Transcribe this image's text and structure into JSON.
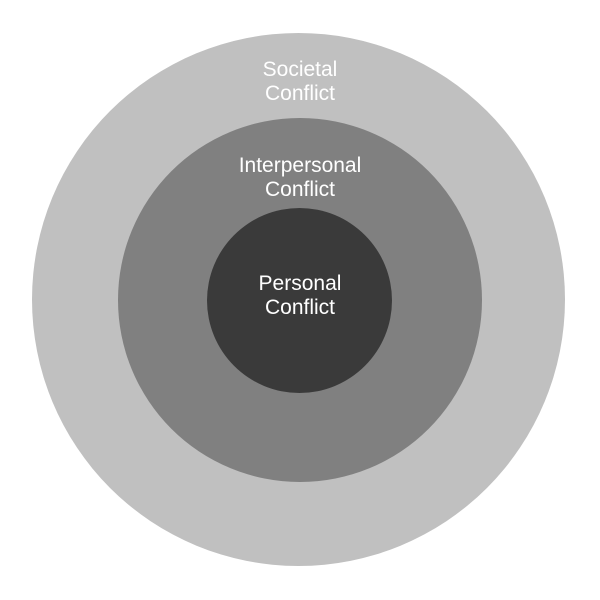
{
  "diagram": {
    "type": "concentric-circles",
    "colors": {
      "background": "#ffffff",
      "text": "#ffffff"
    },
    "circles": [
      {
        "level": "outer",
        "line1": "Societal",
        "line2": "Conflict",
        "color": "#c0c0c0"
      },
      {
        "level": "middle",
        "line1": "Interpersonal",
        "line2": "Conflict",
        "color": "#808080"
      },
      {
        "level": "inner",
        "line1": "Personal",
        "line2": "Conflict",
        "color": "#3a3a3a"
      }
    ]
  }
}
